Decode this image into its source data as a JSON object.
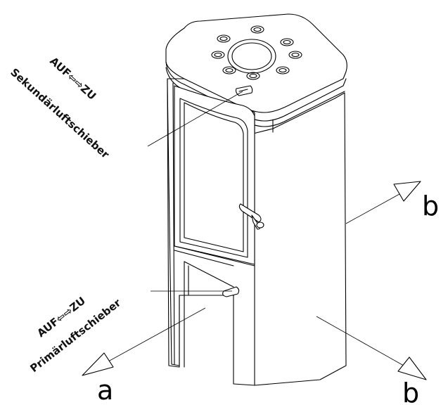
{
  "labels": {
    "secondary_open_close": "AUF⇦⇨ZU",
    "secondary_slider": "Sekundärluftschieber",
    "primary_open_close": "AUF⇦⇨ZU",
    "primary_slider": "Primärluftschieber"
  },
  "axes": {
    "a": "a",
    "b_upper": "b",
    "b_lower": "b"
  },
  "colors": {
    "line": "#000000",
    "background": "#ffffff"
  }
}
